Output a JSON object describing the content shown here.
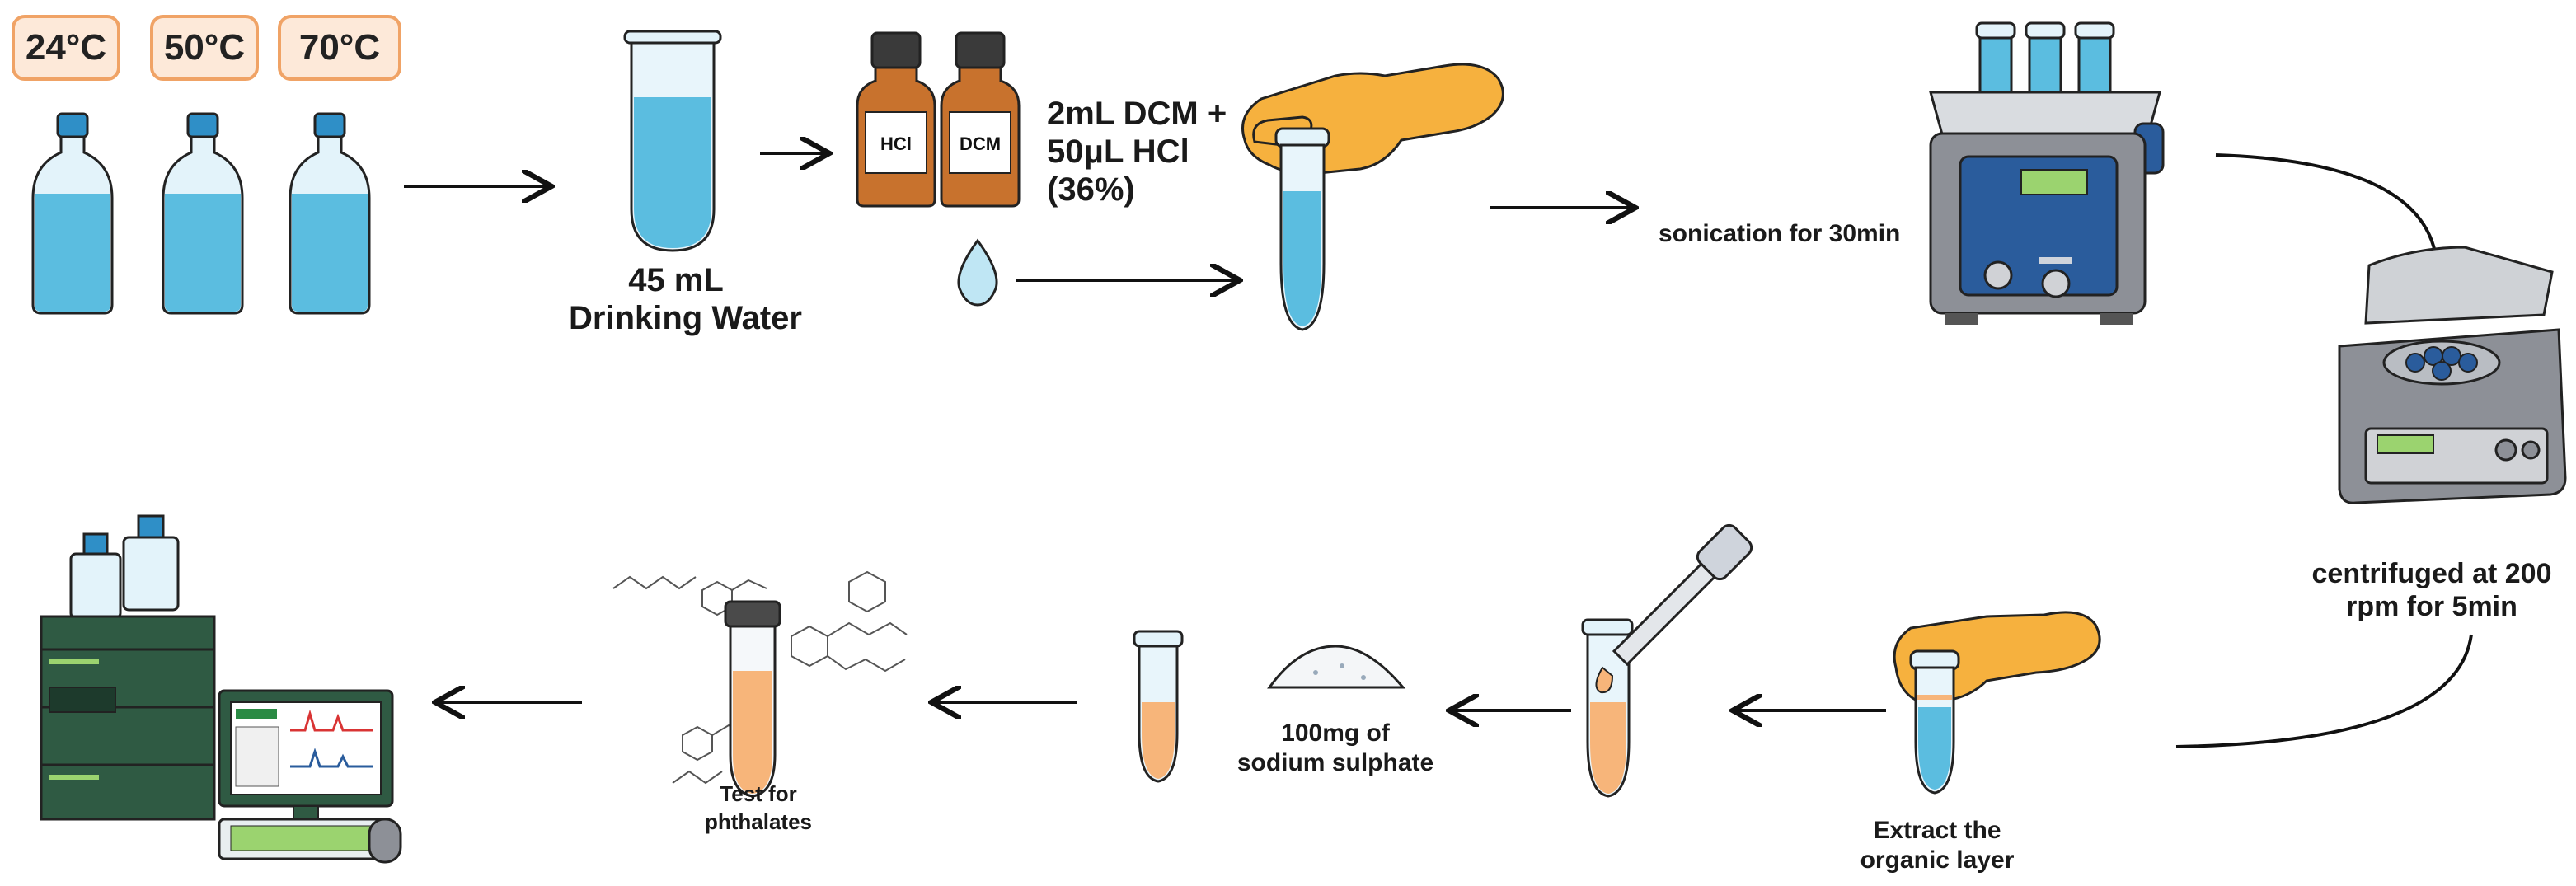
{
  "temperatures": [
    "24°C",
    "50°C",
    "70°C"
  ],
  "labels": {
    "water_volume": "45 mL",
    "water_type": "Drinking Water",
    "reagent_line1": "2mL DCM +",
    "reagent_line2": "50μL HCl",
    "reagent_line3": "(36%)",
    "sonication": "sonication for 30min",
    "centrifuge_line1": "centrifuged at 200",
    "centrifuge_line2": "rpm for 5min",
    "extract_line1": "Extract the",
    "extract_line2": "organic layer",
    "sulphate_line1": "100mg of",
    "sulphate_line2": "sodium sulphate",
    "test_line1": "Test for",
    "test_line2": "phthalates"
  },
  "bottle_labels": {
    "hcl": "HCl",
    "dcm": "DCM"
  },
  "colors": {
    "water": "#5bbde0",
    "glass": "#dcefF7",
    "cap_blue": "#2f8fc7",
    "glove": "#f6b13e",
    "brown_bottle": "#c8722d",
    "organic": "#f7b57a",
    "badge_fill": "#fde9d9",
    "badge_border": "#f0a366",
    "device_grey": "#8d9097",
    "panel_blue": "#2a5c9c",
    "screen_green": "#9bd36f",
    "hplc_green": "#2f5a43"
  }
}
